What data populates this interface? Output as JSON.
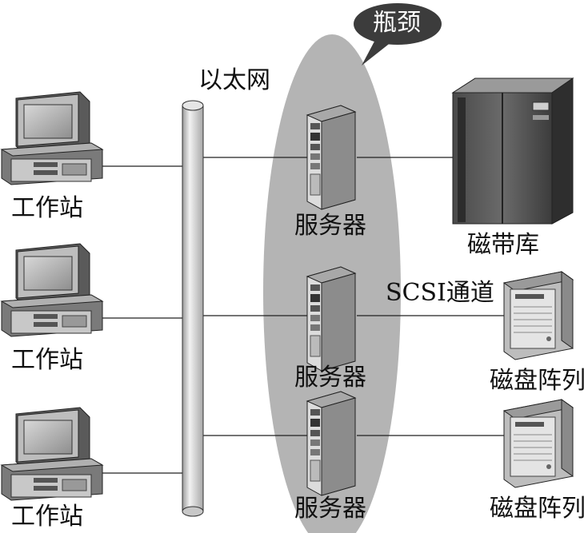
{
  "labels": {
    "bottleneck": "瓶颈",
    "ethernet": "以太网",
    "workstation": "工作站",
    "server": "服务器",
    "tape_library": "磁带库",
    "scsi_channel": "SCSI通道",
    "disk_array": "磁盘阵列"
  }
}
